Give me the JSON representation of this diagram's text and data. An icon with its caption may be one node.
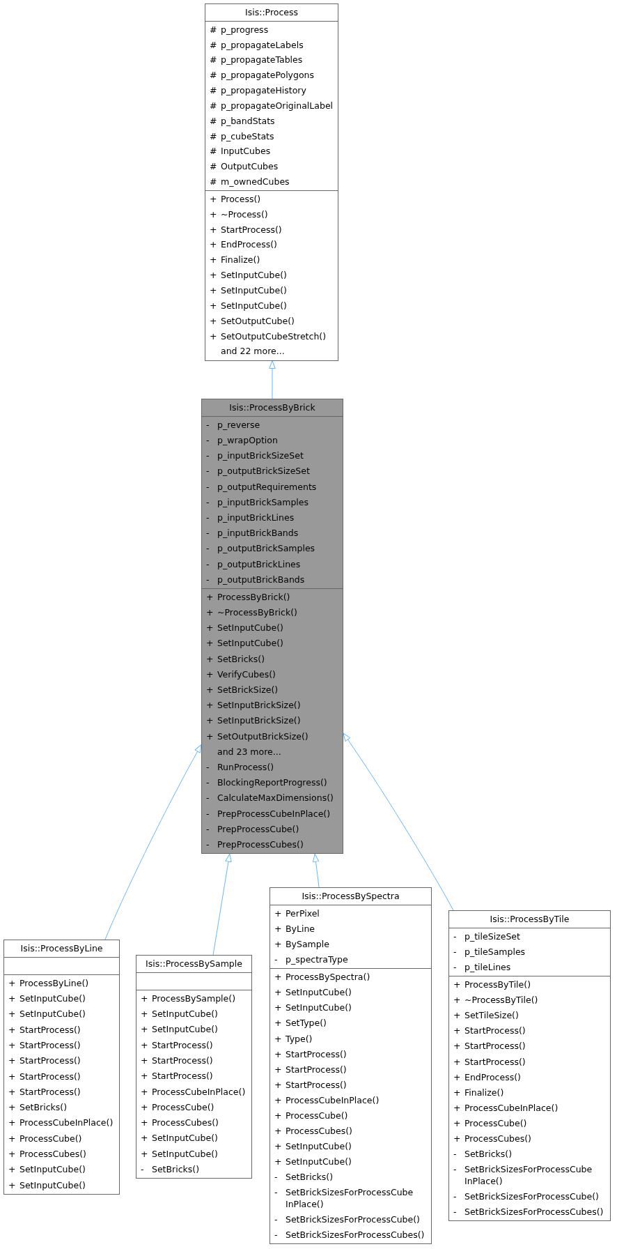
{
  "diagram": {
    "nodes": [
      {
        "text": [
          "Isis::Process",
          "# p_progress",
          "# p_propagateLabels",
          "# p_propagateTables",
          "# p_propagatePolygons",
          "# p_propagateHistory",
          "# p_propagateOriginalLabel",
          "# p_bandStats",
          "# p_cubeStats",
          "# InputCubes",
          "# OutputCubes",
          "# m_ownedCubes",
          "+ Process()",
          "+ ~Process()",
          "+ StartProcess()",
          "+ EndProcess()",
          "+ Finalize()",
          "+ SetInputCube()",
          "+ SetInputCube()",
          "+ SetInputCube()",
          "+ SetOutputCube()",
          "+ SetOutputCubeStretch()",
          "and 22 more..."
        ]
      },
      {
        "text": [
          "Isis::ProcessByBrick",
          "- p_reverse",
          "- p_wrapOption",
          "- p_inputBrickSizeSet",
          "- p_outputBrickSizeSet",
          "- p_outputRequirements",
          "- p_inputBrickSamples",
          "- p_inputBrickLines",
          "- p_inputBrickBands",
          "- p_outputBrickSamples",
          "- p_outputBrickLines",
          "- p_outputBrickBands",
          "+ ProcessByBrick()",
          "+ ~ProcessByBrick()",
          "+ SetInputCube()",
          "+ SetInputCube()",
          "+ SetBricks()",
          "+ VerifyCubes()",
          "+ SetBrickSize()",
          "+ SetInputBrickSize()",
          "+ SetInputBrickSize()",
          "+ SetOutputBrickSize()",
          "and 23 more...",
          "- RunProcess()",
          "- BlockingReportProgress()",
          "- CalculateMaxDimensions()",
          "- PrepProcessCubeInPlace()",
          "- PrepProcessCube()",
          "- PrepProcessCubes()"
        ]
      },
      {
        "text": [
          "Isis::ProcessByLine",
          "+ ProcessByLine()",
          "+ SetInputCube()",
          "+ SetInputCube()",
          "+ StartProcess()",
          "+ StartProcess()",
          "+ StartProcess()",
          "+ StartProcess()",
          "+ StartProcess()",
          "+ SetBricks()",
          "+ ProcessCubeInPlace()",
          "+ ProcessCube()",
          "+ ProcessCubes()",
          "+ SetInputCube()",
          "+ SetInputCube()"
        ]
      },
      {
        "text": [
          "Isis::ProcessBySample",
          "+ ProcessBySample()",
          "+ SetInputCube()",
          "+ SetInputCube()",
          "+ StartProcess()",
          "+ StartProcess()",
          "+ StartProcess()",
          "+ ProcessCubeInPlace()",
          "+ ProcessCube()",
          "+ ProcessCubes()",
          "+ SetInputCube()",
          "+ SetInputCube()",
          "- SetBricks()"
        ]
      },
      {
        "text": [
          "Isis::ProcessBySpectra",
          "+ PerPixel",
          "+ ByLine",
          "+ BySample",
          "- p_spectraType",
          "+ ProcessBySpectra()",
          "+ SetInputCube()",
          "+ SetInputCube()",
          "+ SetType()",
          "+ Type()",
          "+ StartProcess()",
          "+ StartProcess()",
          "+ StartProcess()",
          "+ ProcessCubeInPlace()",
          "+ ProcessCube()",
          "+ ProcessCubes()",
          "+ SetInputCube()",
          "+ SetInputCube()",
          "- SetBricks()",
          "- SetBrickSizesForProcessCube InPlace()",
          "- SetBrickSizesForProcessCube()",
          "- SetBrickSizesForProcessCubes()"
        ]
      },
      {
        "text": [
          "Isis::ProcessByTile",
          "- p_tileSizeSet",
          "- p_tileSamples",
          "- p_tileLines",
          "+ ProcessByTile()",
          "+ ~ProcessByTile()",
          "+ SetTileSize()",
          "+ StartProcess()",
          "+ StartProcess()",
          "+ StartProcess()",
          "+ EndProcess()",
          "+ Finalize()",
          "+ ProcessCubeInPlace()",
          "+ ProcessCube()",
          "+ ProcessCubes()",
          "- SetBricks()",
          "- SetBrickSizesForProcessCube InPlace()",
          "- SetBrickSizesForProcessCube()",
          "- SetBrickSizesForProcessCubes()"
        ]
      }
    ],
    "edges": [
      {
        "from": 1,
        "to": 0,
        "arrow": "to"
      },
      {
        "from": 2,
        "to": 1,
        "arrow": "to"
      },
      {
        "from": 3,
        "to": 1,
        "arrow": "to"
      },
      {
        "from": 4,
        "to": 1,
        "arrow": "to"
      },
      {
        "from": 5,
        "to": 1,
        "arrow": "to"
      }
    ]
  }
}
